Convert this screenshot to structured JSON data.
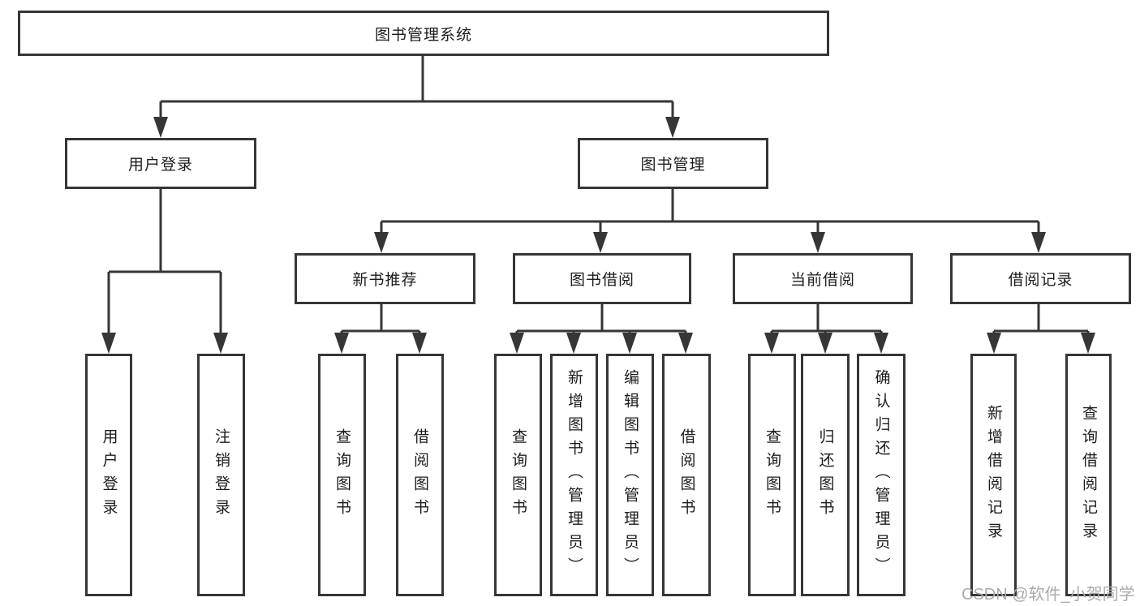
{
  "diagram_title": "图书管理系统",
  "nodes": {
    "root": {
      "label": "图书管理系统"
    },
    "branch_user_login": {
      "label": "用户登录"
    },
    "branch_book_mgmt": {
      "label": "图书管理"
    },
    "branch_new_rec": {
      "label": "新书推荐"
    },
    "branch_book_borrow": {
      "label": "图书借阅"
    },
    "branch_current_borrow": {
      "label": "当前借阅"
    },
    "branch_borrow_records": {
      "label": "借阅记录"
    },
    "leaf_user_login": {
      "label": "用户登录"
    },
    "leaf_logout": {
      "label": "注销登录"
    },
    "leaf_rec_query_book": {
      "label": "查询图书"
    },
    "leaf_rec_borrow_book": {
      "label": "借阅图书"
    },
    "leaf_bb_query_book": {
      "label": "查询图书"
    },
    "leaf_bb_add_book": {
      "label": "新增图书（管理员）"
    },
    "leaf_bb_edit_book": {
      "label": "编辑图书（管理员）"
    },
    "leaf_bb_borrow_book": {
      "label": "借阅图书"
    },
    "leaf_cb_query_book": {
      "label": "查询图书"
    },
    "leaf_cb_return_book": {
      "label": "归还图书"
    },
    "leaf_cb_confirm_return": {
      "label": "确认归还（管理员）"
    },
    "leaf_br_add_record": {
      "label": "新增借阅记录"
    },
    "leaf_br_query_record": {
      "label": "查询借阅记录"
    }
  },
  "hierarchy": {
    "图书管理系统": [
      "用户登录",
      "图书管理"
    ],
    "用户登录": [
      "用户登录",
      "注销登录"
    ],
    "图书管理": [
      "新书推荐",
      "图书借阅",
      "当前借阅",
      "借阅记录"
    ],
    "新书推荐": [
      "查询图书",
      "借阅图书"
    ],
    "图书借阅": [
      "查询图书",
      "新增图书（管理员）",
      "编辑图书（管理员）",
      "借阅图书"
    ],
    "当前借阅": [
      "查询图书",
      "归还图书",
      "确认归还（管理员）"
    ],
    "借阅记录": [
      "新增借阅记录",
      "查询借阅记录"
    ]
  },
  "watermark": "CSDN @软件_小贺同学",
  "colors": {
    "line": "#363636",
    "text": "#1c1c1c",
    "watermark": "#ababab",
    "background": "#ffffff"
  }
}
